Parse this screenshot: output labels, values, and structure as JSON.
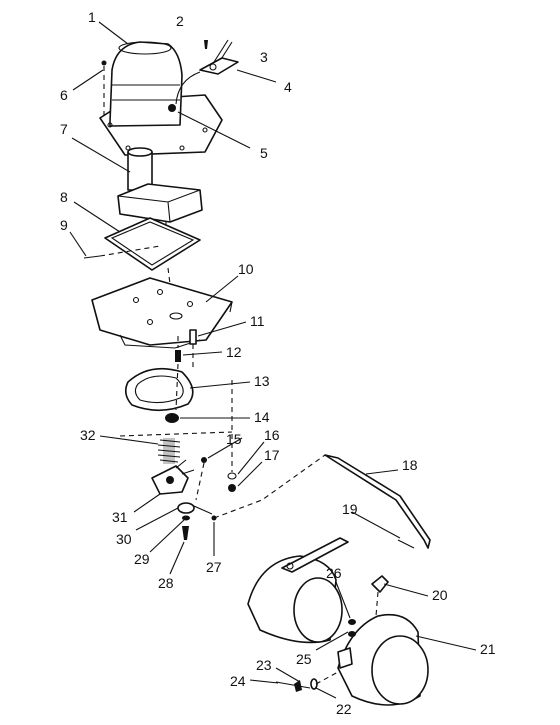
{
  "figure": {
    "callouts": [
      {
        "number": "1"
      },
      {
        "number": "2"
      },
      {
        "number": "3"
      },
      {
        "number": "4"
      },
      {
        "number": "5"
      },
      {
        "number": "6"
      },
      {
        "number": "7"
      },
      {
        "number": "8"
      },
      {
        "number": "9"
      },
      {
        "number": "10"
      },
      {
        "number": "11"
      },
      {
        "number": "12"
      },
      {
        "number": "13"
      },
      {
        "number": "14"
      },
      {
        "number": "15"
      },
      {
        "number": "16"
      },
      {
        "number": "17"
      },
      {
        "number": "18"
      },
      {
        "number": "19"
      },
      {
        "number": "20"
      },
      {
        "number": "21"
      },
      {
        "number": "22"
      },
      {
        "number": "23"
      },
      {
        "number": "24"
      },
      {
        "number": "25"
      },
      {
        "number": "26"
      },
      {
        "number": "27"
      },
      {
        "number": "28"
      },
      {
        "number": "29"
      },
      {
        "number": "30"
      },
      {
        "number": "31"
      },
      {
        "number": "32"
      }
    ]
  }
}
